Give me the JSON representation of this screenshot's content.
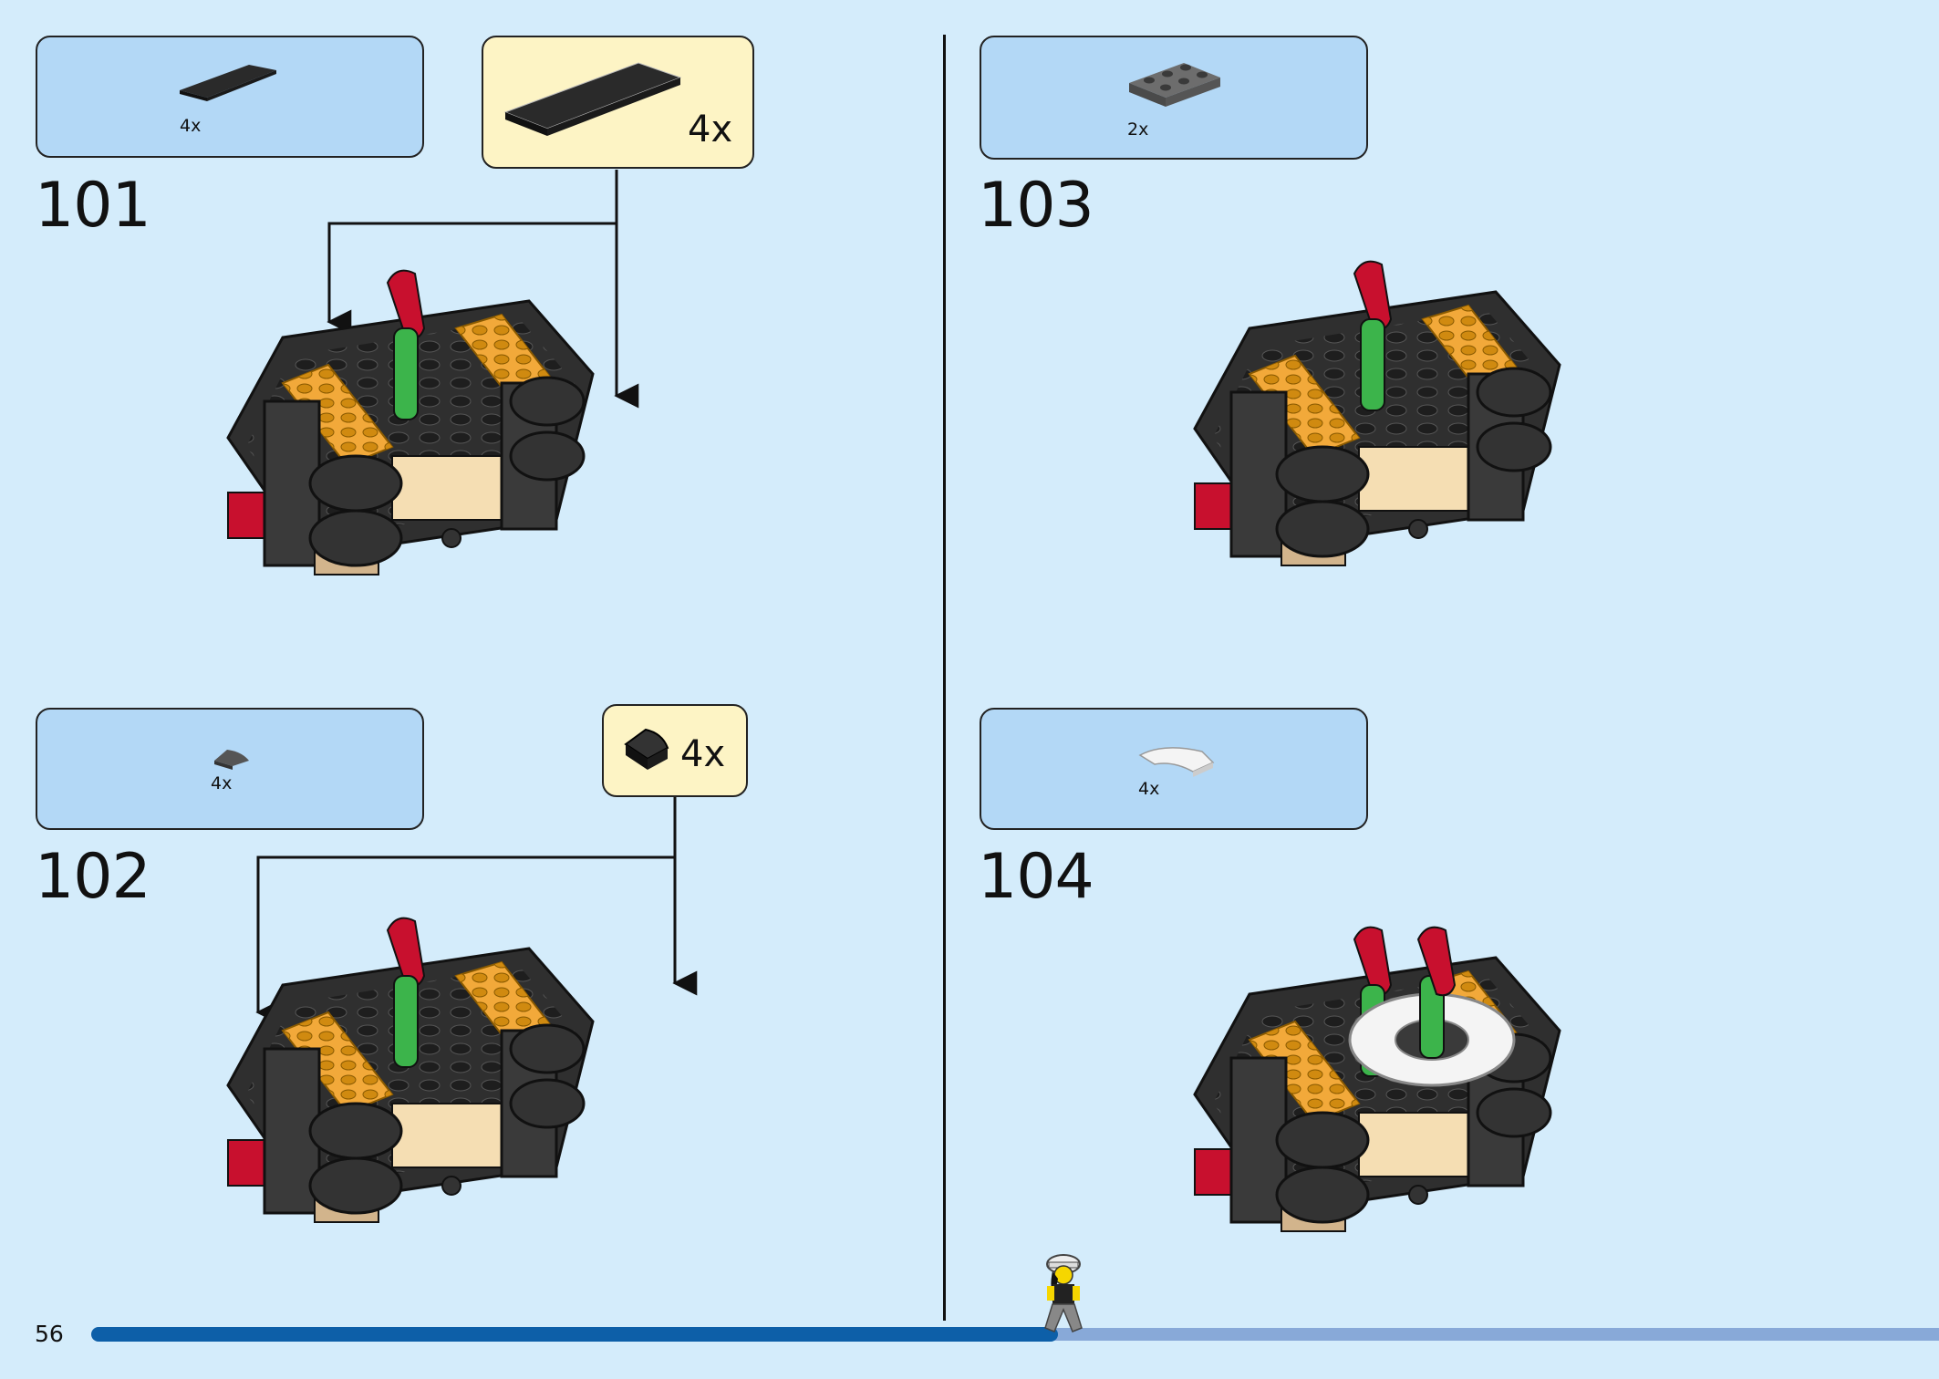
{
  "page": {
    "number": "56",
    "progress_percent": 54
  },
  "colors": {
    "background": "#d4ecfb",
    "parts_box": "#b3d8f6",
    "callout": "#fdf4c5",
    "progress_done": "#0d5fa8",
    "progress_rest": "#88a9d8"
  },
  "steps": [
    {
      "number": "101",
      "parts": [
        {
          "qty": "4x",
          "part": "black 1x4 tile"
        }
      ],
      "callout": {
        "qty": "4x",
        "part": "black 1x4 tile"
      }
    },
    {
      "number": "102",
      "parts": [
        {
          "qty": "4x",
          "part": "dark grey quarter round tile"
        }
      ],
      "callout": {
        "qty": "4x",
        "part": "black quarter round tile"
      }
    },
    {
      "number": "103",
      "parts": [
        {
          "qty": "2x",
          "part": "dark grey 2x3 plate"
        }
      ]
    },
    {
      "number": "104",
      "parts": [
        {
          "qty": "4x",
          "part": "white quarter macaroni tile"
        }
      ]
    }
  ]
}
